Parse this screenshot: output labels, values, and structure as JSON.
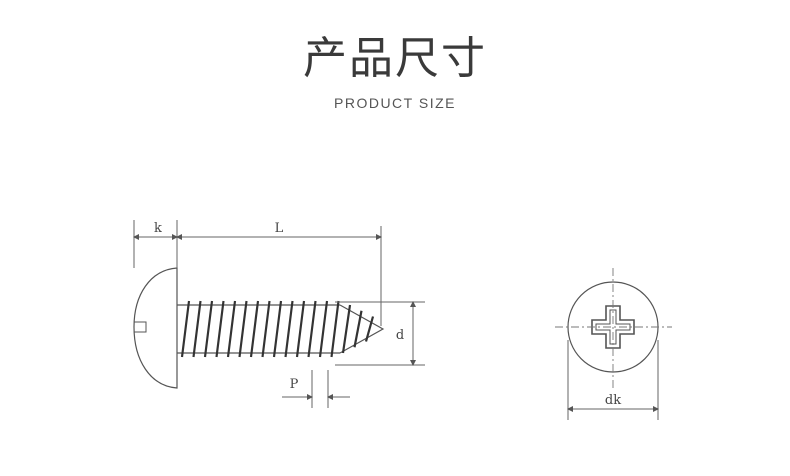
{
  "header": {
    "title": "产品尺寸",
    "subtitle": "PRODUCT SIZE"
  },
  "diagram": {
    "labels": {
      "k": "k",
      "L": "L",
      "d": "d",
      "P": "P",
      "dk": "dk"
    },
    "line_color": "#555555"
  }
}
